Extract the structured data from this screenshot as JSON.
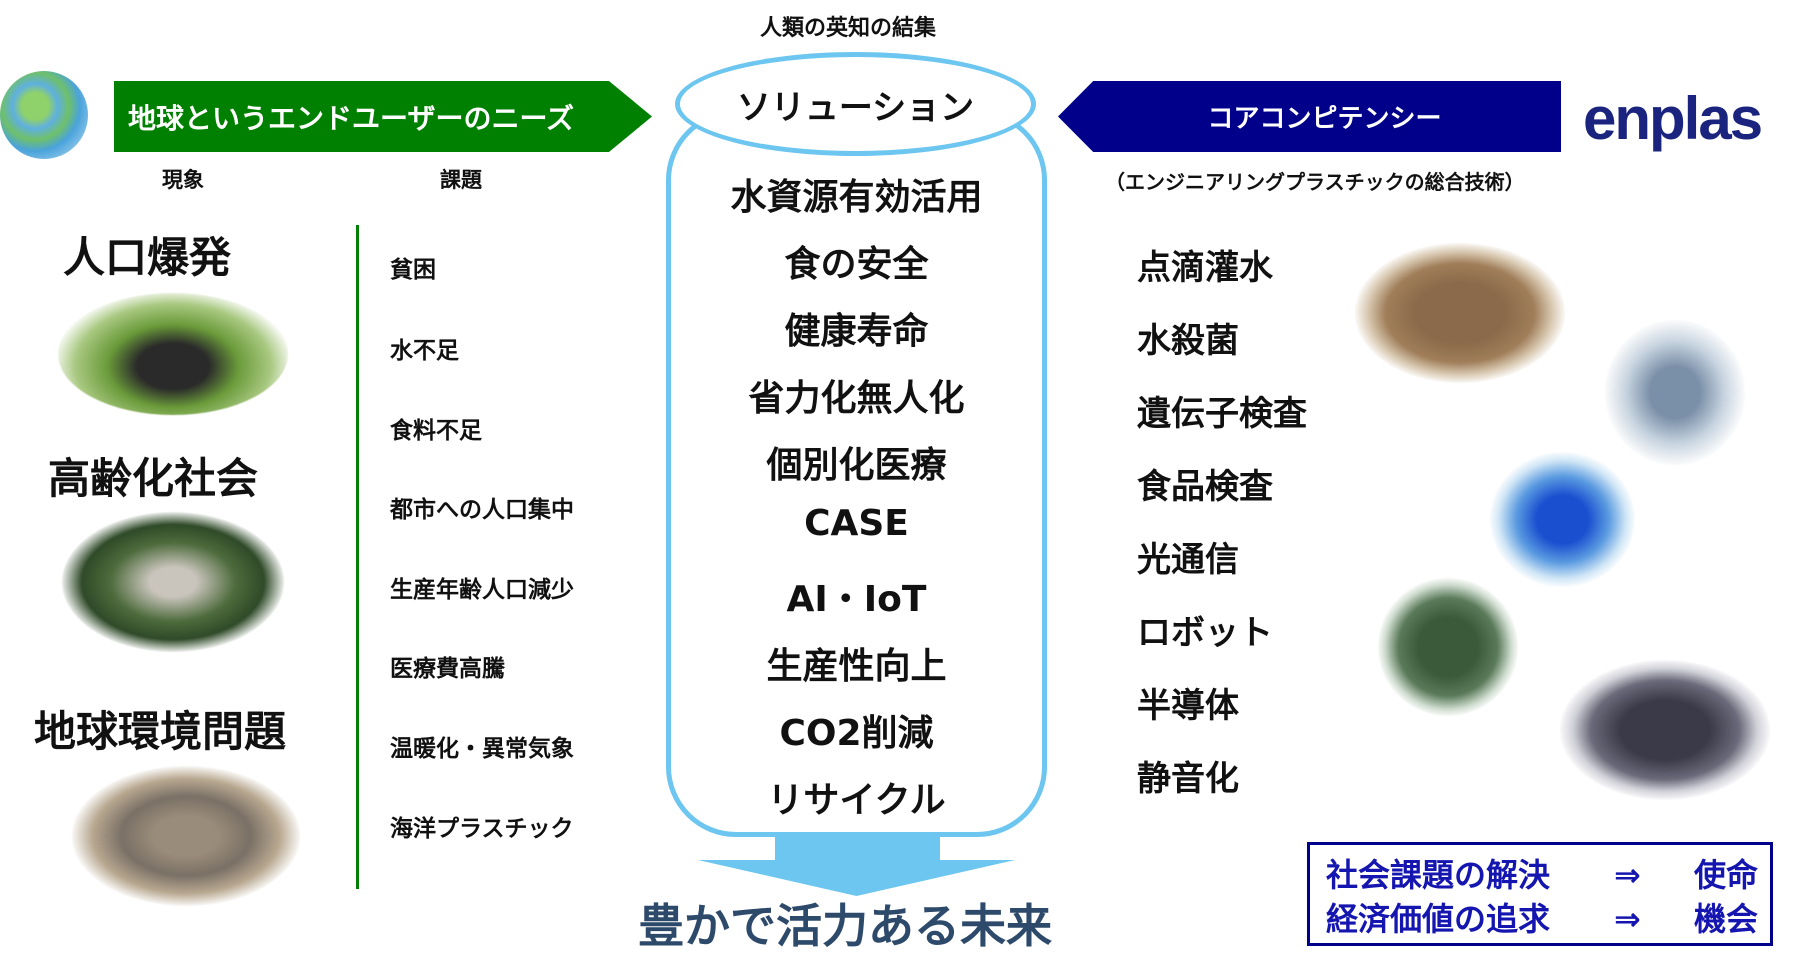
{
  "header": {
    "top_caption": "人類の英知の結集",
    "needs_banner": "地球というエンドユーザーのニーズ",
    "solution_title": "ソリューション",
    "core_banner": "コアコンピテンシー",
    "logo": "enplas",
    "core_subtitle": "（エンジニアリングプラスチックの総合技術）"
  },
  "columns": {
    "phenomena_label": "現象",
    "issues_label": "課題"
  },
  "phenomena": [
    "人口爆発",
    "高齢化社会",
    "地球環境問題"
  ],
  "issues": [
    "貧困",
    "水不足",
    "食料不足",
    "都市への人口集中",
    "生産年齢人口減少",
    "医療費高騰",
    "温暖化・異常気象",
    "海洋プラスチック"
  ],
  "solutions": [
    "水資源有効活用",
    "食の安全",
    "健康寿命",
    "省力化無人化",
    "個別化医療",
    "CASE",
    "AI・IoT",
    "生産性向上",
    "CO2削減",
    "リサイクル"
  ],
  "future": "豊かで活力ある未来",
  "technologies": [
    "点滴灌水",
    "水殺菌",
    "遺伝子検査",
    "食品検査",
    "光通信",
    "ロボット",
    "半導体",
    "静音化"
  ],
  "mission_box": {
    "rows": [
      {
        "left": "社会課題の解決",
        "arrow": "⇒",
        "right": "使命"
      },
      {
        "left": "経済価値の追求",
        "arrow": "⇒",
        "right": "機会"
      }
    ]
  }
}
